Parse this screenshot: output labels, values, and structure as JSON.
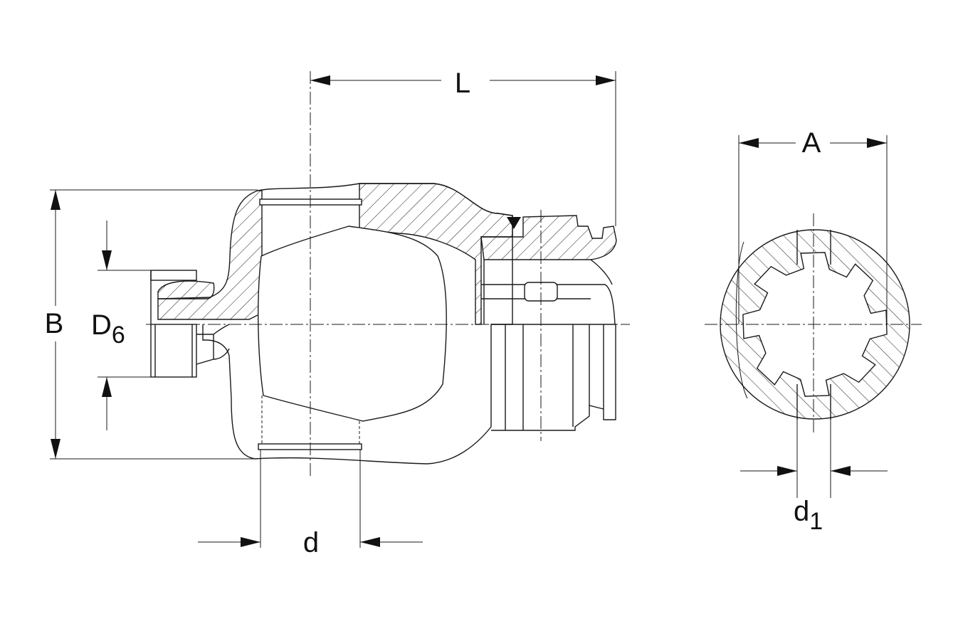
{
  "labels": {
    "L": "L",
    "A": "A",
    "B": "B",
    "D6_main": "D",
    "D6_sub": "6",
    "d": "d",
    "d1_main": "d",
    "d1_sub": "1"
  },
  "colors": {
    "line": "#1a1a1a",
    "background": "#ffffff"
  }
}
